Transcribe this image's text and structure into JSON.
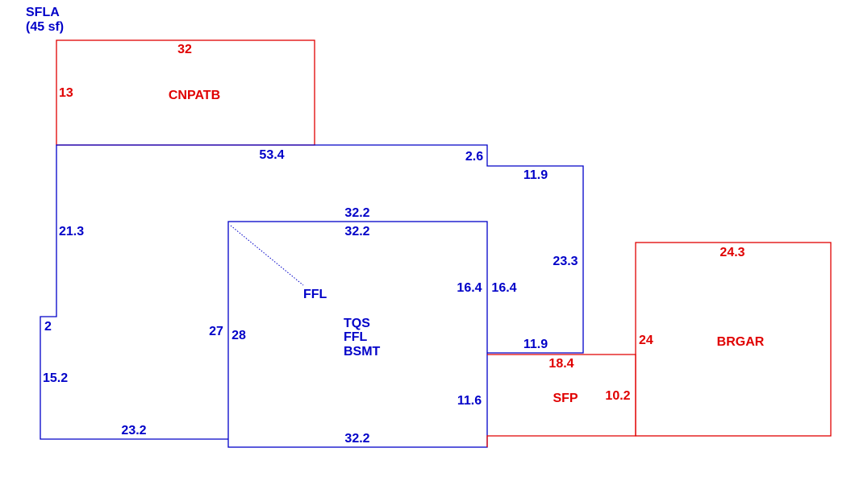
{
  "colors": {
    "blue": "#0000c8",
    "red": "#e00000"
  },
  "header": {
    "line1": "SFLA",
    "line2": "(45 sf)"
  },
  "areas": {
    "cnpatb": "CNPATB",
    "brgar": "BRGAR",
    "sfp": "SFP",
    "ffl_diag": "FFL",
    "tqs": "TQS",
    "ffl": "FFL",
    "bsmt": "BSMT"
  },
  "dims": {
    "cnpatb_top": "32",
    "cnpatb_left": "13",
    "main_top": "53.4",
    "main_step": "2.6",
    "main_right_top": "11.9",
    "main_left": "21.3",
    "main_right": "23.3",
    "main_notch": "2",
    "main_left_lower": "15.2",
    "main_bottom": "23.2",
    "inner_left": "27",
    "inner_mid": "11.9",
    "bsmt_top_outer": "32.2",
    "bsmt_top_inner": "32.2",
    "bsmt_right_in": "16.4",
    "bsmt_right_out": "16.4",
    "bsmt_left": "28",
    "bsmt_right_lower": "11.6",
    "bsmt_bottom": "32.2",
    "sfp_top": "18.4",
    "sfp_right": "10.2",
    "brgar_top": "24.3",
    "brgar_left": "24"
  }
}
